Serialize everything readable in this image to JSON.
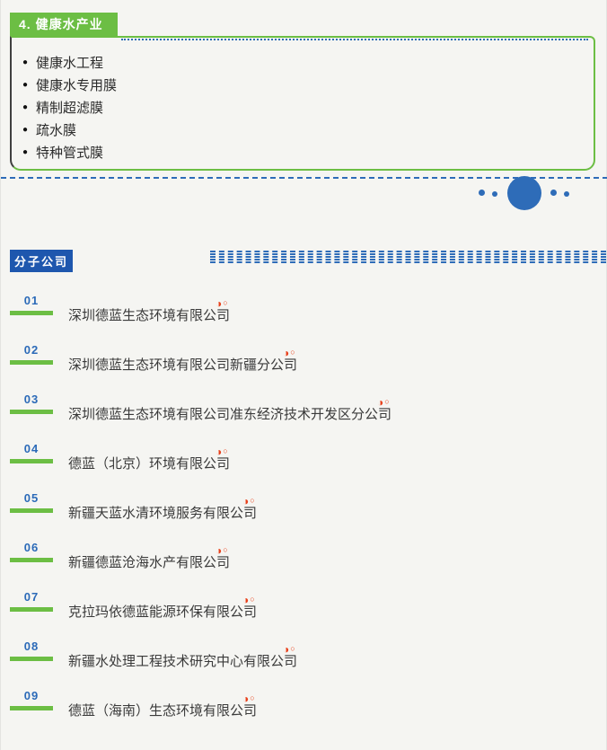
{
  "health_water": {
    "tab_title": "4. 健康水产业",
    "items": [
      "健康水工程",
      "健康水专用膜",
      "精制超滤膜",
      "疏水膜",
      "特种管式膜"
    ]
  },
  "subsidiaries": {
    "section_title": "分子公司",
    "list": [
      {
        "num": "01",
        "name": "深圳德蓝生态环境有限公司"
      },
      {
        "num": "02",
        "name": "深圳德蓝生态环境有限公司新疆分公司"
      },
      {
        "num": "03",
        "name": "深圳德蓝生态环境有限公司准东经济技术开发区分公司"
      },
      {
        "num": "04",
        "name": "德蓝（北京）环境有限公司"
      },
      {
        "num": "05",
        "name": "新疆天蓝水清环境服务有限公司"
      },
      {
        "num": "06",
        "name": "新疆德蓝沧海水产有限公司"
      },
      {
        "num": "07",
        "name": "克拉玛依德蓝能源环保有限公司"
      },
      {
        "num": "08",
        "name": "新疆水处理工程技术研究中心有限公司"
      },
      {
        "num": "09",
        "name": "德蓝（海南）生态环境有限公司"
      }
    ]
  },
  "glyphs": {
    "bullet": "●",
    "half_circle": "◑",
    "circle": "○"
  },
  "colors": {
    "green": "#6cbe44",
    "blue": "#2e6cb8",
    "section_title_bg": "#1e57ae",
    "icon_red": "#e8411c"
  }
}
